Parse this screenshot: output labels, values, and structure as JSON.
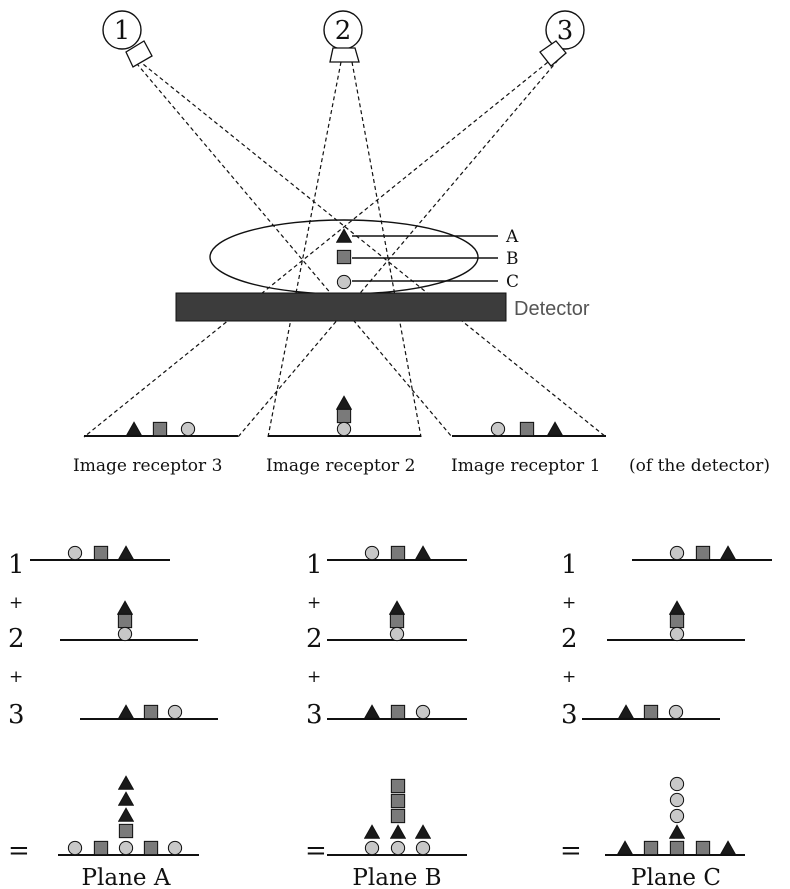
{
  "sources": [
    {
      "id": "1",
      "label": "1"
    },
    {
      "id": "2",
      "label": "2"
    },
    {
      "id": "3",
      "label": "3"
    }
  ],
  "objects": [
    {
      "label": "A",
      "shape": "triangle"
    },
    {
      "label": "B",
      "shape": "square"
    },
    {
      "label": "C",
      "shape": "circle"
    }
  ],
  "detector": {
    "label": "Detector",
    "color": "#3c3c3c"
  },
  "receptors": [
    {
      "label": "Image receptor 3"
    },
    {
      "label": "Image receptor 2"
    },
    {
      "label": "Image receptor 1"
    }
  ],
  "receptor_note": "(of the detector)",
  "summation": {
    "row_labels": [
      "1",
      "2",
      "3"
    ],
    "plus": "+",
    "equals": "=",
    "planes": [
      {
        "label": "Plane A"
      },
      {
        "label": "Plane B"
      },
      {
        "label": "Plane C"
      }
    ]
  },
  "colors": {
    "triangle": "#1a1a1a",
    "square": "#7a7a7a",
    "circle": "#c8c8c8",
    "detector": "#3c3c3c"
  }
}
